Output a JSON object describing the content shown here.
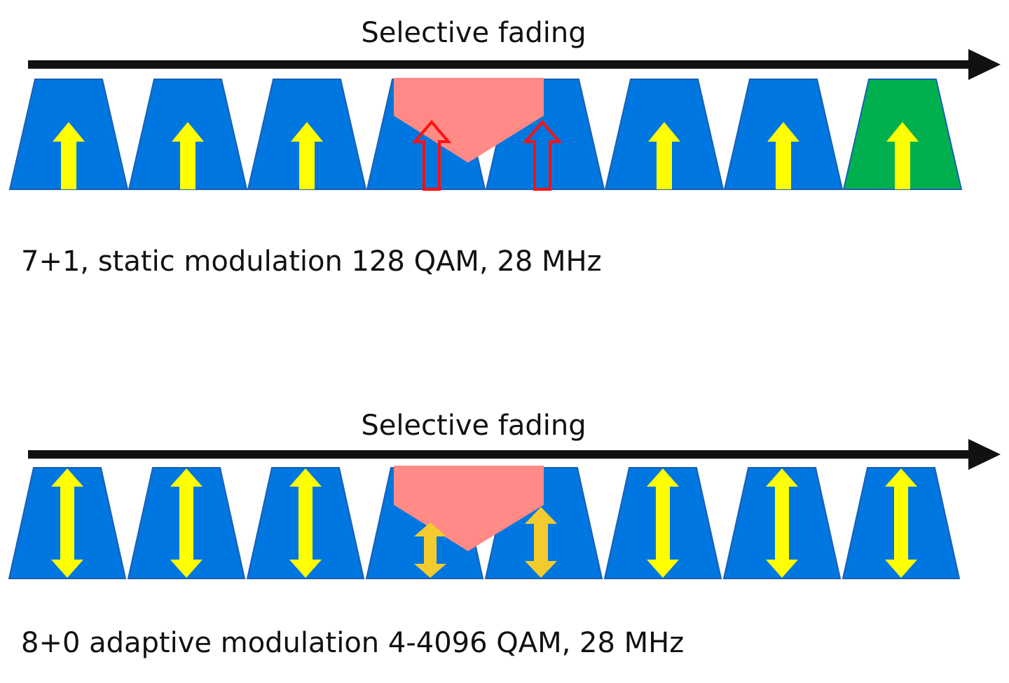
{
  "colors": {
    "channel_blue": "#0077e0",
    "channel_border": "#1a5fb4",
    "protection_green": "#00b04f",
    "arrow_yellow": "#ffff00",
    "arrow_orange": "#f4cb2e",
    "fade_pink": "#ff8a86",
    "failed_red": "#ff1010",
    "axis_black": "#111111"
  },
  "panels": [
    {
      "heading": "Selective fading",
      "caption": "7+1, static modulation 128 QAM, 28 MHz",
      "arrow_type": "up",
      "channels": [
        {
          "kind": "traffic",
          "arrow": "normal"
        },
        {
          "kind": "traffic",
          "arrow": "normal"
        },
        {
          "kind": "traffic",
          "arrow": "normal"
        },
        {
          "kind": "traffic",
          "arrow": "failed"
        },
        {
          "kind": "traffic",
          "arrow": "failed"
        },
        {
          "kind": "traffic",
          "arrow": "normal"
        },
        {
          "kind": "traffic",
          "arrow": "normal"
        },
        {
          "kind": "protection",
          "arrow": "normal"
        }
      ]
    },
    {
      "heading": "Selective fading",
      "caption": "8+0 adaptive modulation 4-4096 QAM, 28 MHz",
      "arrow_type": "double",
      "channels": [
        {
          "kind": "traffic",
          "arrow": "full"
        },
        {
          "kind": "traffic",
          "arrow": "full"
        },
        {
          "kind": "traffic",
          "arrow": "full"
        },
        {
          "kind": "traffic",
          "arrow": "reduced-small"
        },
        {
          "kind": "traffic",
          "arrow": "reduced-medium"
        },
        {
          "kind": "traffic",
          "arrow": "full"
        },
        {
          "kind": "traffic",
          "arrow": "full"
        },
        {
          "kind": "traffic",
          "arrow": "full"
        }
      ]
    }
  ]
}
